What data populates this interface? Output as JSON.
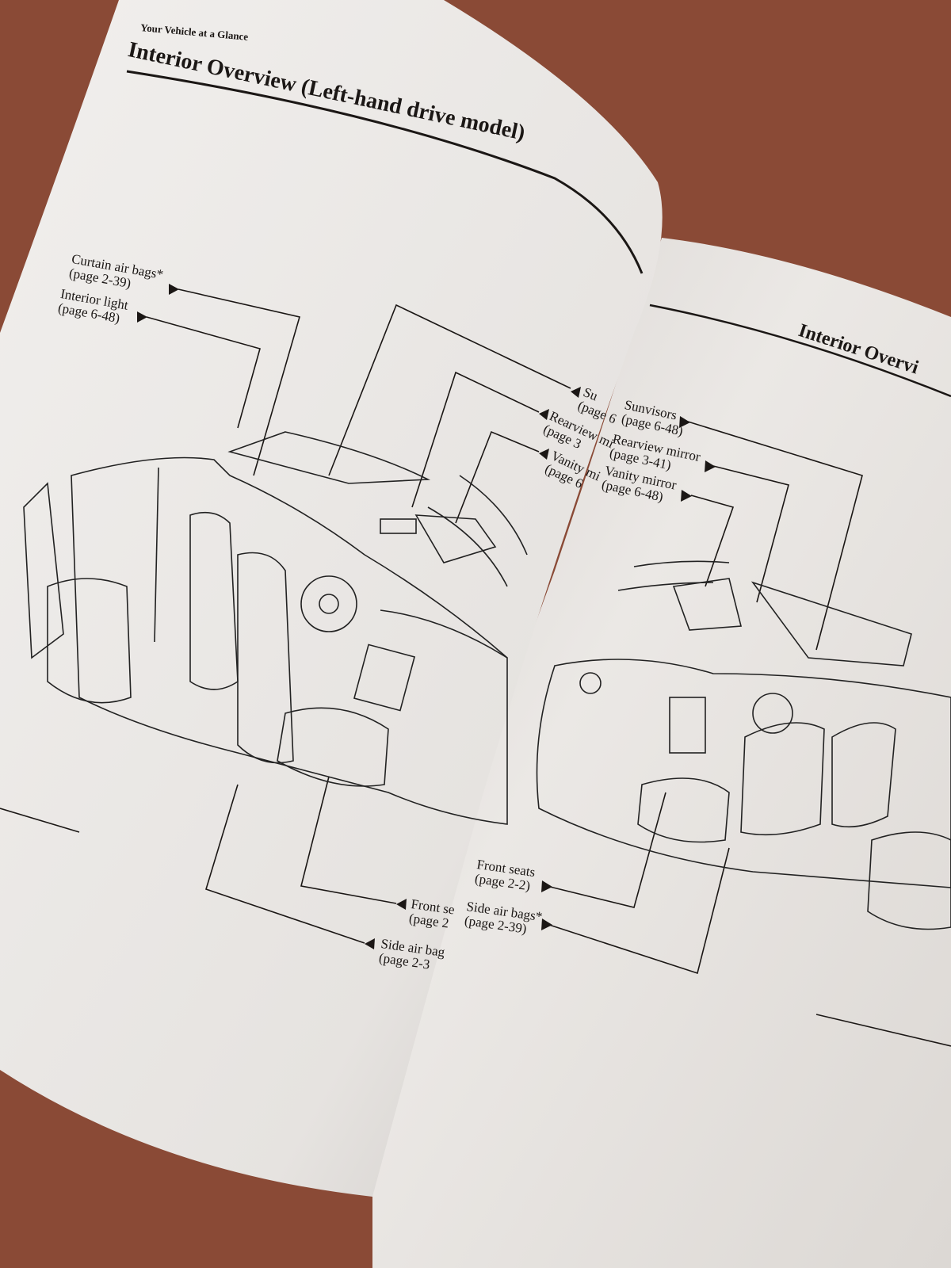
{
  "left_page": {
    "section": "Your Vehicle at a Glance",
    "title": "Interior Overview (Left-hand drive model)",
    "labels": [
      {
        "name": "Curtain air bags*",
        "page": "(page 2-39)"
      },
      {
        "name": "Interior light",
        "page": "(page 6-48)"
      },
      {
        "name": "Su",
        "page": "(page 6"
      },
      {
        "name": "Rearview mi",
        "page": "(page 3"
      },
      {
        "name": "Vanity mi",
        "page": "(page 6"
      },
      {
        "name": "Front se",
        "page": "(page 2"
      },
      {
        "name": "Side air bag",
        "page": "(page 2-3"
      }
    ]
  },
  "right_page": {
    "title": "Interior Overvi",
    "labels": [
      {
        "name": "Sunvisors",
        "page": "(page 6-48)"
      },
      {
        "name": "Rearview mirror",
        "page": "(page 3-41)"
      },
      {
        "name": "Vanity mirror",
        "page": "(page 6-48)"
      },
      {
        "name": "Front seats",
        "page": "(page 2-2)"
      },
      {
        "name": "Side air bags*",
        "page": "(page 2-39)"
      }
    ]
  },
  "colors": {
    "table": "#8a4a36",
    "paper": "#e9e6e3",
    "ink": "#1b1715"
  }
}
